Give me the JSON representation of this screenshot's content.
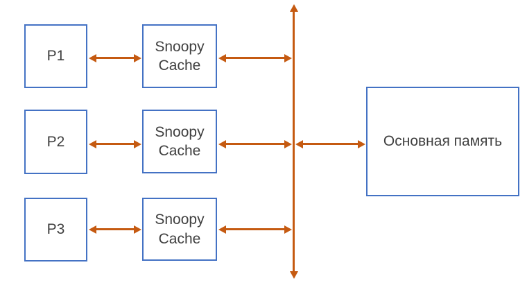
{
  "diagram": {
    "type": "block-diagram",
    "topic": "Snoopy cache coherence architecture with shared bus and main memory",
    "rows": [
      {
        "processor": "P1",
        "cache": "Snoopy\nCache"
      },
      {
        "processor": "P2",
        "cache": "Snoopy\nCache"
      },
      {
        "processor": "P3",
        "cache": "Snoopy\nCache"
      }
    ],
    "memory_label": "Основная память",
    "bus": {
      "orientation": "vertical",
      "arrowheads": "both-ends"
    },
    "edges": [
      {
        "from": "P1",
        "to": "Snoopy Cache (row 1)",
        "bidirectional": true
      },
      {
        "from": "Snoopy Cache (row 1)",
        "to": "bus",
        "bidirectional": true
      },
      {
        "from": "P2",
        "to": "Snoopy Cache (row 2)",
        "bidirectional": true
      },
      {
        "from": "Snoopy Cache (row 2)",
        "to": "bus",
        "bidirectional": true
      },
      {
        "from": "P3",
        "to": "Snoopy Cache (row 3)",
        "bidirectional": true
      },
      {
        "from": "Snoopy Cache (row 3)",
        "to": "bus",
        "bidirectional": true
      },
      {
        "from": "bus",
        "to": "Основная память",
        "bidirectional": true
      }
    ]
  },
  "colors": {
    "box_border": "#4472C4",
    "arrow": "#C55A11",
    "text": "#3F3F3F",
    "background": "#FFFFFF"
  }
}
